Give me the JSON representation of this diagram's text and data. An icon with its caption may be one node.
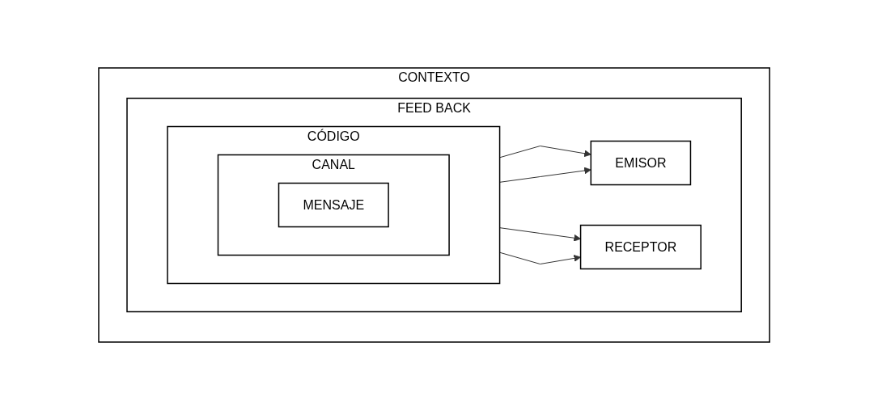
{
  "diagram": {
    "nodes": [
      {
        "text": [
          "CONTEXTO"
        ]
      },
      {
        "text": [
          "FEED BACK"
        ],
        "in": 0
      },
      {
        "text": [
          "EMISOR"
        ],
        "in": 1
      },
      {
        "text": [
          "CÓDIGO"
        ],
        "in": 1
      },
      {
        "text": [
          "CANAL"
        ],
        "in": 3
      },
      {
        "text": [
          "MENSAJE"
        ],
        "in": 4
      },
      {
        "text": [
          "RECEPTOR"
        ],
        "in": 1
      }
    ],
    "edges": [
      {
        "from": 3,
        "to": 2,
        "arrow": "to"
      },
      {
        "from": 3,
        "to": 2,
        "arrow": "to"
      },
      {
        "from": 3,
        "to": 6,
        "arrow": "to"
      },
      {
        "from": 3,
        "to": 6,
        "arrow": "to"
      }
    ]
  }
}
